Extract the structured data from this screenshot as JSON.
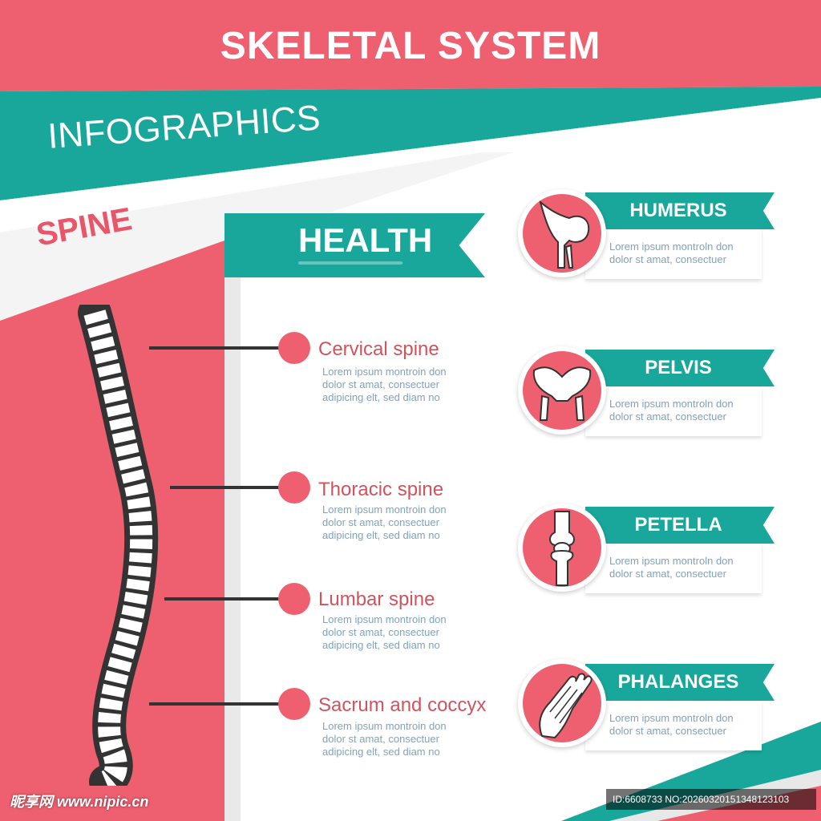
{
  "header": {
    "title": "SKELETAL SYSTEM",
    "subtitle": "INFOGRAPHICS"
  },
  "colors": {
    "coral": "#ee6070",
    "teal": "#1aa79b",
    "label_red": "#d1535d",
    "lorem_blue": "#7fa3bd",
    "white": "#ffffff"
  },
  "spine_panel": {
    "title": "SPINE"
  },
  "health": {
    "title": "HEALTH"
  },
  "spine_segments": [
    {
      "label": "Cervical spine",
      "lines": [
        "Lorem ipsum montroin don",
        "dolor st amat, consectuer",
        "adipicing elt, sed diam no"
      ]
    },
    {
      "label": "Thoracic spine",
      "lines": [
        "Lorem ipsum montroin don",
        "dolor st amat, consectuer",
        "adipicing elt, sed diam no"
      ]
    },
    {
      "label": "Lumbar spine",
      "lines": [
        "Lorem ipsum montroin don",
        "dolor st amat, consectuer",
        "adipicing elt, sed diam no"
      ]
    },
    {
      "label": "Sacrum and coccyx",
      "lines": [
        "Lorem ipsum montroin don",
        "dolor st amat, consectuer",
        "adipicing elt, sed diam no"
      ]
    }
  ],
  "bones": [
    {
      "name": "HUMERUS",
      "icon": "knee-joint-icon",
      "lines": [
        "Lorem ipsum montroln don",
        "dolor st amat, consectuer"
      ]
    },
    {
      "name": "PELVIS",
      "icon": "pelvis-icon",
      "lines": [
        "Lorem ipsum montroln don",
        "dolor st amat, consectuer"
      ]
    },
    {
      "name": "PETELLA",
      "icon": "knee-icon",
      "lines": [
        "Lorem ipsum montroln don",
        "dolor st amat, consectuer"
      ]
    },
    {
      "name": "PHALANGES",
      "icon": "foot-bones-icon",
      "lines": [
        "Lorem ipsum montroln don",
        "dolor st amat, consectuer"
      ]
    }
  ],
  "footer": {
    "watermark": "昵享网 www.nipic.cn",
    "image_id": "ID:6608733 NO:20260320151348123103"
  }
}
